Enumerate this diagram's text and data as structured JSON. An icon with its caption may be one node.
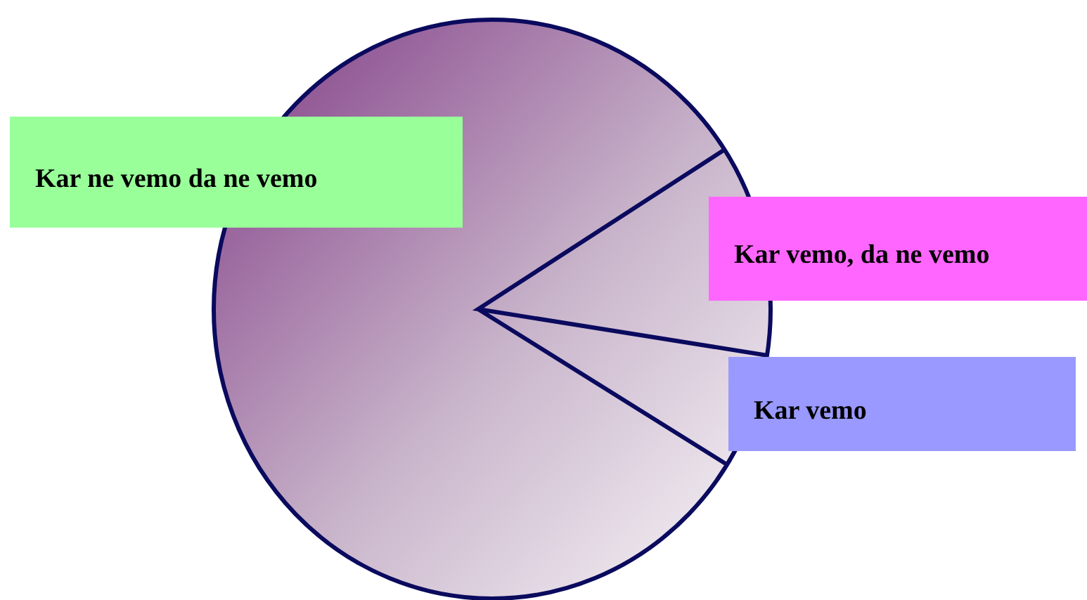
{
  "diagram": {
    "nodes": [
      {
        "text": [
          "Kar ne vemo da ne vemo"
        ]
      },
      {
        "text": [
          "Kar vemo, da ne vemo"
        ]
      },
      {
        "text": [
          "Kar vemo"
        ]
      }
    ]
  }
}
